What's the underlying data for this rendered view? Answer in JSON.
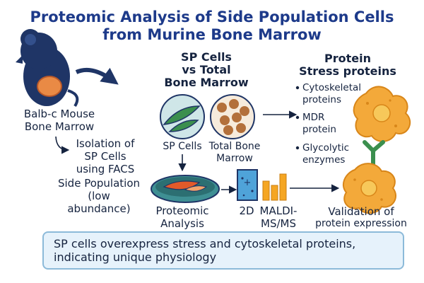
{
  "title": {
    "line1": "Proteomic Analysis of Side Population Cells",
    "line2": "from Murine Bone Marrow"
  },
  "mouse": {
    "label_line1": "Balb-c Mouse",
    "label_line2": "Bone Marrow"
  },
  "isolation": {
    "line1": "Isolation of",
    "line2": "SP Cells",
    "line3": "using FACS"
  },
  "side_population": {
    "line1": "Side Population",
    "line2": "(low",
    "line3": "abundance)"
  },
  "comparison": {
    "heading_line1": "SP Cells",
    "heading_line2": "vs Total",
    "heading_line3": "Bone Marrow",
    "sp_label": "SP Cells",
    "total_line1": "Total Bone",
    "total_line2": "Marrow"
  },
  "proteins": {
    "heading_line1": "Protein",
    "heading_line2": "Stress proteins",
    "items": [
      {
        "line1": "Cytoskeletal",
        "line2": "proteins"
      },
      {
        "line1": "MDR",
        "line2": "protein"
      },
      {
        "line1": "Glycolytic",
        "line2": "enzymes"
      }
    ]
  },
  "workflow": {
    "proteomic_line1": "Proteomic",
    "proteomic_line2": "Analysis",
    "gel_label": "2D",
    "maldi_line1": "MALDI-",
    "maldi_line2": "MS/MS",
    "validation_line1": "Validation of",
    "validation_line2": "protein expression"
  },
  "summary": {
    "line1": "SP cells overexpress stress and cytoskeletal proteins,",
    "line2": "indicating unique physiology"
  },
  "colors": {
    "title_blue": "#1d3a8a",
    "mouse_navy": "#1f3566",
    "cell_orange": "#f3a93a",
    "spindle_green": "#3b8f4e",
    "summary_bg": "#e6f2fb"
  }
}
